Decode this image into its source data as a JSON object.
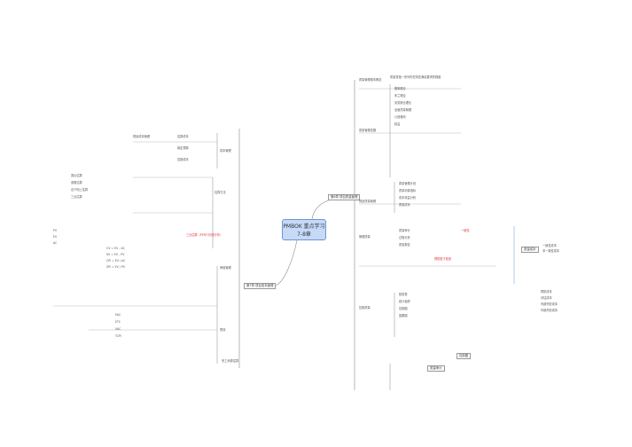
{
  "root": {
    "line1": "PMBOK 重点学习",
    "line2": "7-8章"
  },
  "branches": {
    "right": {
      "label": "第8章 项目质量管理",
      "groups": [
        {
          "label": "质量管理基本概念",
          "desc": "质量是指一系列内在特性满足要求的程度"
        },
        {
          "label": "质量管理发展",
          "items": [
            "戴明理论",
            "朱兰理论",
            "克劳斯比理论",
            "全面质量管理",
            "六西格玛",
            "精益"
          ]
        },
        {
          "label": "规划质量管理",
          "items": [
            "质量管理计划",
            "质量测量指标",
            "成本效益分析",
            "质量成本"
          ]
        },
        {
          "label": "管理质量",
          "items": [
            "质量审计",
            "过程分析",
            "质量报告"
          ]
        },
        {
          "label": "控制质量",
          "items": [
            "核查表",
            "统计抽样",
            "控制图",
            "因果图"
          ]
        }
      ],
      "annotation_red": [
        "一致性",
        "预防胜于检查"
      ],
      "right_box": "质量成本",
      "right_box_desc": [
        "一致性成本",
        "非一致性成本"
      ],
      "right_list": [
        "预防成本",
        "评估成本",
        "内部失败成本",
        "外部失败成本"
      ],
      "bottom_boxes": [
        "控制图",
        "质量审计"
      ]
    },
    "left": {
      "label": "第7章 项目成本管理",
      "groups": [
        {
          "label": "成本管理",
          "items": [
            "规划成本管理",
            "估算成本",
            "制定预算",
            "控制成本"
          ]
        },
        {
          "label": "估算方法",
          "items": [
            "类比估算",
            "参数估算",
            "自下而上估算",
            "三点估算"
          ]
        },
        {
          "label": "挣值管理",
          "items": [
            "PV",
            "EV",
            "AC",
            "CV = EV - AC",
            "SV = EV - PV",
            "CPI = EV / AC",
            "SPI = EV / PV"
          ]
        },
        {
          "label": "预测",
          "items": [
            "EAC",
            "ETC",
            "VAC",
            "TCPI"
          ]
        }
      ],
      "annotation_red": "三点估算（PERT/贝塔分布）",
      "bottom_note": "完工尚需估算"
    }
  }
}
